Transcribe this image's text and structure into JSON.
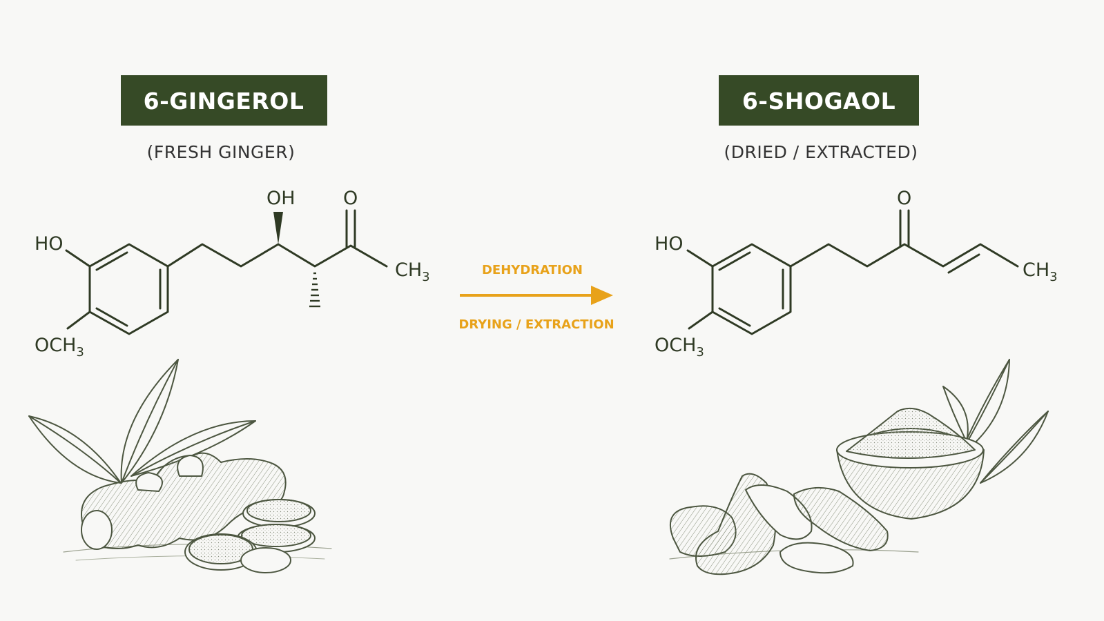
{
  "colors": {
    "title_bg": "#364a26",
    "bond": "#2f3a24",
    "arrow": "#e8a21a",
    "sketch": "#4c5640"
  },
  "left": {
    "title": "6-GINGEROL",
    "subtitle": "(FRESH GINGER)",
    "labels": {
      "ho": "HO",
      "oh": "OH",
      "o": "O",
      "och3": "OCH",
      "ch3": "CH",
      "sub3": "3"
    },
    "illustration_icon": "fresh-ginger-root-icon"
  },
  "right": {
    "title": "6-SHOGAOL",
    "subtitle": "(DRIED / EXTRACTED)",
    "labels": {
      "ho": "HO",
      "o": "O",
      "och3": "OCH",
      "ch3": "CH",
      "sub3": "3"
    },
    "illustration_icon": "dried-ginger-powder-bowl-icon"
  },
  "reaction": {
    "top_label": "DEHYDRATION",
    "bottom_label": "DRYING / EXTRACTION",
    "icon": "arrow-right-icon"
  }
}
